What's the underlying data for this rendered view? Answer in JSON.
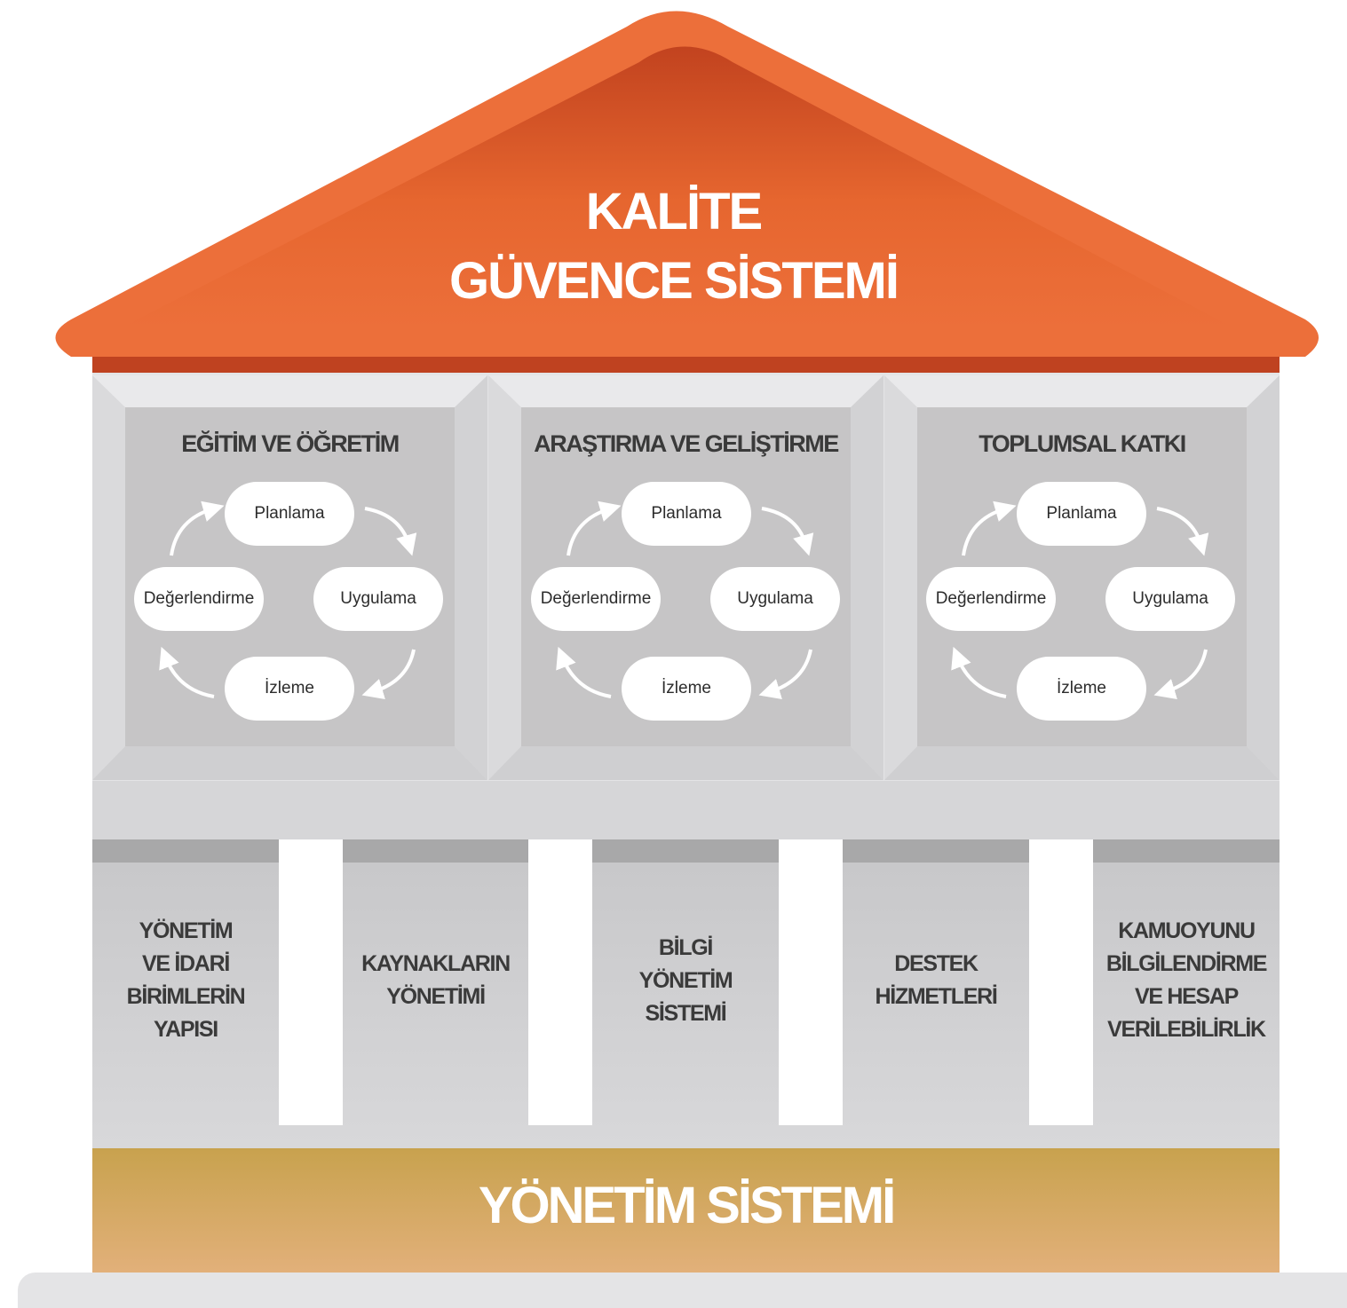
{
  "roof": {
    "title_line1": "KALİTE",
    "title_line2": "GÜVENCE SİSTEMİ",
    "color": "#EC6F3A",
    "dark_color": "#BF4220"
  },
  "panels": [
    {
      "title": "EĞİTİM VE ÖĞRETİM",
      "cycle": {
        "top": "Planlama",
        "right": "Uygulama",
        "bottom": "İzleme",
        "left": "Değerlendirme"
      }
    },
    {
      "title": "ARAŞTIRMA VE GELİŞTİRME",
      "cycle": {
        "top": "Planlama",
        "right": "Uygulama",
        "bottom": "İzleme",
        "left": "Değerlendirme"
      }
    },
    {
      "title": "TOPLUMSAL KATKI",
      "cycle": {
        "top": "Planlama",
        "right": "Uygulama",
        "bottom": "İzleme",
        "left": "Değerlendirme"
      }
    }
  ],
  "columns": [
    {
      "label": "YÖNETİM\nVE İDARİ\nBİRİMLERİN\nYAPISI"
    },
    {
      "label": "KAYNAKLARIN\nYÖNETİMİ"
    },
    {
      "label": "BİLGİ\nYÖNETİM\nSİSTEMİ"
    },
    {
      "label": "DESTEK\nHİZMETLERİ"
    },
    {
      "label": "KAMUOYUNU\nBİLGİLENDİRME\nVE HESAP\nVERİLEBİLİRLİK"
    }
  ],
  "base": {
    "title": "YÖNETİM SİSTEMİ",
    "color_top": "#C8A24E",
    "color_bottom": "#E2B07A"
  },
  "structure_colors": {
    "wall": "#E4E4E6",
    "panel": "#C6C5C6",
    "pillar": "#FFFFFF"
  }
}
